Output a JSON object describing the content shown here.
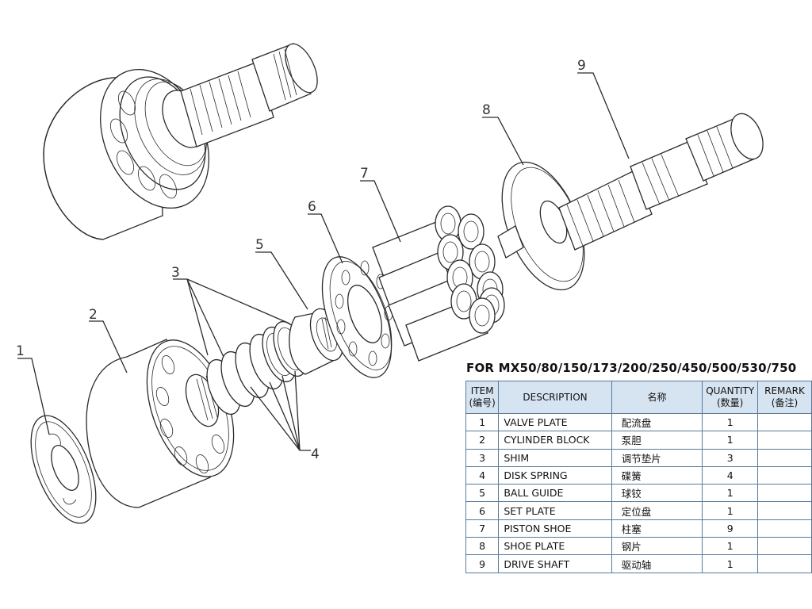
{
  "callouts": [
    "1",
    "2",
    "3",
    "4",
    "5",
    "6",
    "7",
    "8",
    "9"
  ],
  "table": {
    "title": "FOR MX50/80/150/173/200/250/450/500/530/750",
    "headers": {
      "item": "ITEM",
      "item_cn": "(编号)",
      "description": "DESCRIPTION",
      "name_cn": "名称",
      "quantity": "QUANTITY",
      "quantity_cn": "(数量)",
      "remark": "REMARK",
      "remark_cn": "(备注)"
    },
    "rows": [
      {
        "item": "1",
        "description": "VALVE PLATE",
        "name_cn": "配流盘",
        "quantity": "1",
        "remark": ""
      },
      {
        "item": "2",
        "description": "CYLINDER BLOCK",
        "name_cn": "泵胆",
        "quantity": "1",
        "remark": ""
      },
      {
        "item": "3",
        "description": "SHIM",
        "name_cn": "调节垫片",
        "quantity": "3",
        "remark": ""
      },
      {
        "item": "4",
        "description": "DISK SPRING",
        "name_cn": "碟簧",
        "quantity": "4",
        "remark": ""
      },
      {
        "item": "5",
        "description": "BALL GUIDE",
        "name_cn": "球铰",
        "quantity": "1",
        "remark": ""
      },
      {
        "item": "6",
        "description": "SET PLATE",
        "name_cn": "定位盘",
        "quantity": "1",
        "remark": ""
      },
      {
        "item": "7",
        "description": "PISTON SHOE",
        "name_cn": "柱塞",
        "quantity": "9",
        "remark": ""
      },
      {
        "item": "8",
        "description": "SHOE PLATE",
        "name_cn": "钢片",
        "quantity": "1",
        "remark": ""
      },
      {
        "item": "9",
        "description": "DRIVE SHAFT",
        "name_cn": "驱动轴",
        "quantity": "1",
        "remark": ""
      }
    ]
  }
}
